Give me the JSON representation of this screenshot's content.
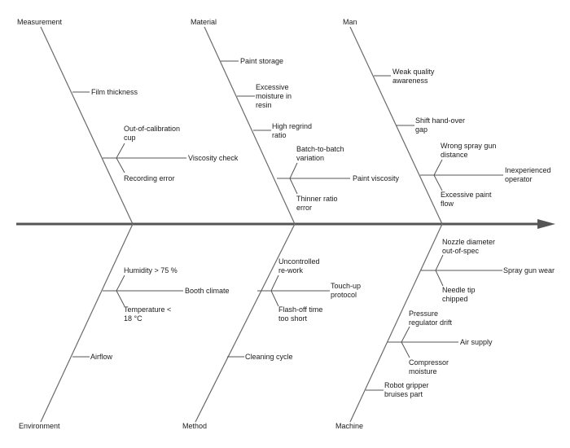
{
  "categories": {
    "measurement": {
      "label": "Measurement",
      "causes": [
        {
          "lines": [
            "Film thickness"
          ]
        },
        {
          "lines": [
            "Viscosity check"
          ],
          "subcauses": [
            {
              "lines": [
                "Out-of-calibration",
                "cup"
              ]
            },
            {
              "lines": [
                "Recording error"
              ]
            }
          ]
        }
      ]
    },
    "material": {
      "label": "Material",
      "causes": [
        {
          "lines": [
            "Paint storage"
          ]
        },
        {
          "lines": [
            "Excessive",
            "moisture in",
            "resin"
          ]
        },
        {
          "lines": [
            "High regrind",
            "ratio"
          ]
        },
        {
          "lines": [
            "Paint viscosity"
          ],
          "subcauses": [
            {
              "lines": [
                "Batch-to-batch",
                "variation"
              ]
            },
            {
              "lines": [
                "Thinner ratio",
                "error"
              ]
            }
          ]
        }
      ]
    },
    "man": {
      "label": "Man",
      "causes": [
        {
          "lines": [
            "Weak quality",
            "awareness"
          ]
        },
        {
          "lines": [
            "Shift hand-over",
            "gap"
          ]
        },
        {
          "lines": [
            "Inexperienced",
            "operator"
          ],
          "subcauses": [
            {
              "lines": [
                "Wrong spray gun",
                "distance"
              ]
            },
            {
              "lines": [
                "Excessive paint",
                "flow"
              ]
            }
          ]
        }
      ]
    },
    "environment": {
      "label": "Environment",
      "causes": [
        {
          "lines": [
            "Booth climate"
          ],
          "subcauses": [
            {
              "lines": [
                "Humidity > 75 %"
              ]
            },
            {
              "lines": [
                "Temperature <",
                "18 °C"
              ]
            }
          ]
        },
        {
          "lines": [
            "Airflow"
          ]
        }
      ]
    },
    "method": {
      "label": "Method",
      "causes": [
        {
          "lines": [
            "Touch-up",
            "protocol"
          ],
          "subcauses": [
            {
              "lines": [
                "Uncontrolled",
                "re-work"
              ]
            },
            {
              "lines": [
                "Flash-off time",
                "too short"
              ]
            }
          ]
        },
        {
          "lines": [
            "Cleaning cycle"
          ]
        }
      ]
    },
    "machine": {
      "label": "Machine",
      "causes": [
        {
          "lines": [
            "Spray gun wear"
          ],
          "subcauses": [
            {
              "lines": [
                "Nozzle diameter",
                "out-of-spec"
              ]
            },
            {
              "lines": [
                "Needle tip",
                "chipped"
              ]
            }
          ]
        },
        {
          "lines": [
            "Air supply"
          ],
          "subcauses": [
            {
              "lines": [
                "Pressure",
                "regulator drift"
              ]
            },
            {
              "lines": [
                "Compressor",
                "moisture"
              ]
            }
          ]
        },
        {
          "lines": [
            "Robot gripper",
            "bruises part"
          ]
        }
      ]
    }
  }
}
